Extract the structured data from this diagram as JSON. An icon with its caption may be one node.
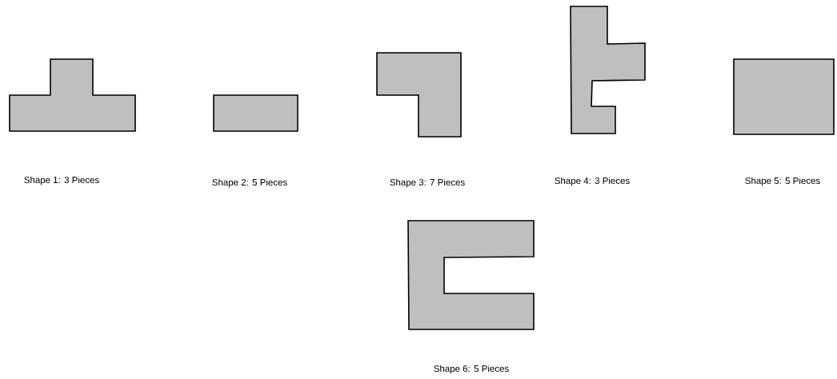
{
  "diagram": {
    "nodes": [
      {
        "text": [],
        "shape": "polygon"
      },
      {
        "text": [],
        "shape": "rectangle"
      },
      {
        "text": [],
        "shape": "polygon"
      },
      {
        "text": [],
        "shape": "polygon"
      },
      {
        "text": [],
        "shape": "rectangle"
      },
      {
        "text": [],
        "shape": "polygon"
      }
    ],
    "labels": [
      "Shape 1: 3 Pieces",
      "Shape 2: 5 Pieces",
      "Shape 3: 7 Pieces",
      "Shape 4: 3 Pieces",
      "Shape 5: 5 Pieces",
      "Shape 6: 5 Pieces"
    ]
  }
}
